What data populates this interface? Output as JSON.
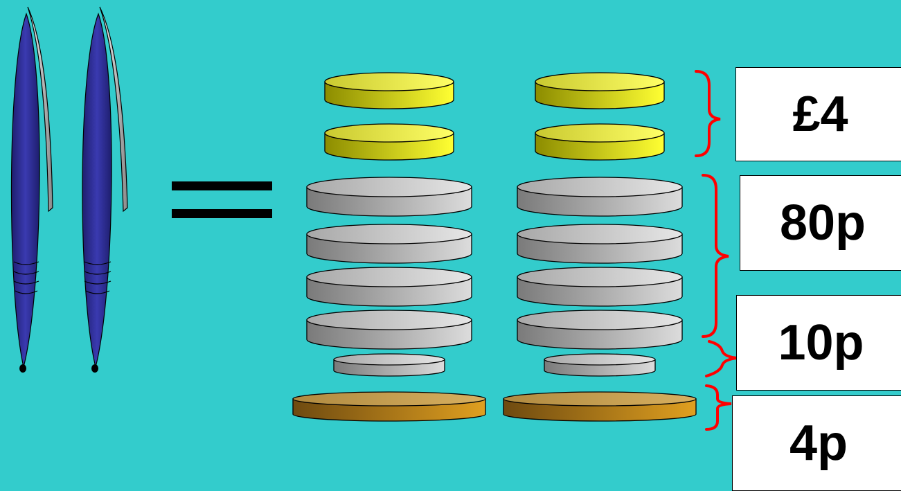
{
  "labels": {
    "pounds": "£4",
    "twenty_pence": "80p",
    "five_pence": "10p",
    "two_pence": "4p"
  },
  "stacks": {
    "count": 2,
    "coins_top_to_bottom": [
      "pound",
      "pound",
      "20p",
      "20p",
      "20p",
      "20p",
      "5p",
      "2p"
    ]
  },
  "pens": {
    "count": 2
  },
  "colors": {
    "background": "#33CCCC",
    "pen_body": "#2A2A8F",
    "pound_coin": "#E8E840",
    "silver_coin": "#B8B8B8",
    "copper_coin": "#C89A40",
    "brace": "#FF0000",
    "equals": "#000000"
  }
}
